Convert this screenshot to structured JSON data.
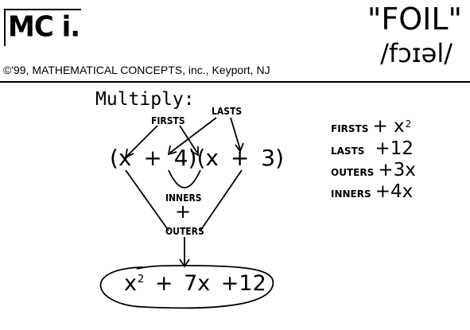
{
  "logo": {
    "text": "MC i."
  },
  "title": "\"FOIL\"",
  "pronunciation": "/fɔɪəl/",
  "copyright": "©'99, MATHEMATICAL CONCEPTS, inc., Keyport, NJ",
  "diagram": {
    "heading": "Multiply:",
    "expression": "(x + 4)(x + 3)",
    "labels": {
      "firsts": "FIRSTS",
      "lasts": "LASTS",
      "inners": "INNERS",
      "plus": "+",
      "outers": "OUTERS"
    },
    "result": {
      "x_part": "x",
      "exponent": "2",
      "rest": "+ 7x  +12"
    }
  },
  "summary": [
    {
      "label": "FIRSTS",
      "value": "+ x",
      "exponent": "2"
    },
    {
      "label": "LASTS",
      "value": "+12",
      "exponent": ""
    },
    {
      "label": "OUTERS",
      "value": "+3x",
      "exponent": ""
    },
    {
      "label": "INNERS",
      "value": "+4x",
      "exponent": ""
    }
  ]
}
